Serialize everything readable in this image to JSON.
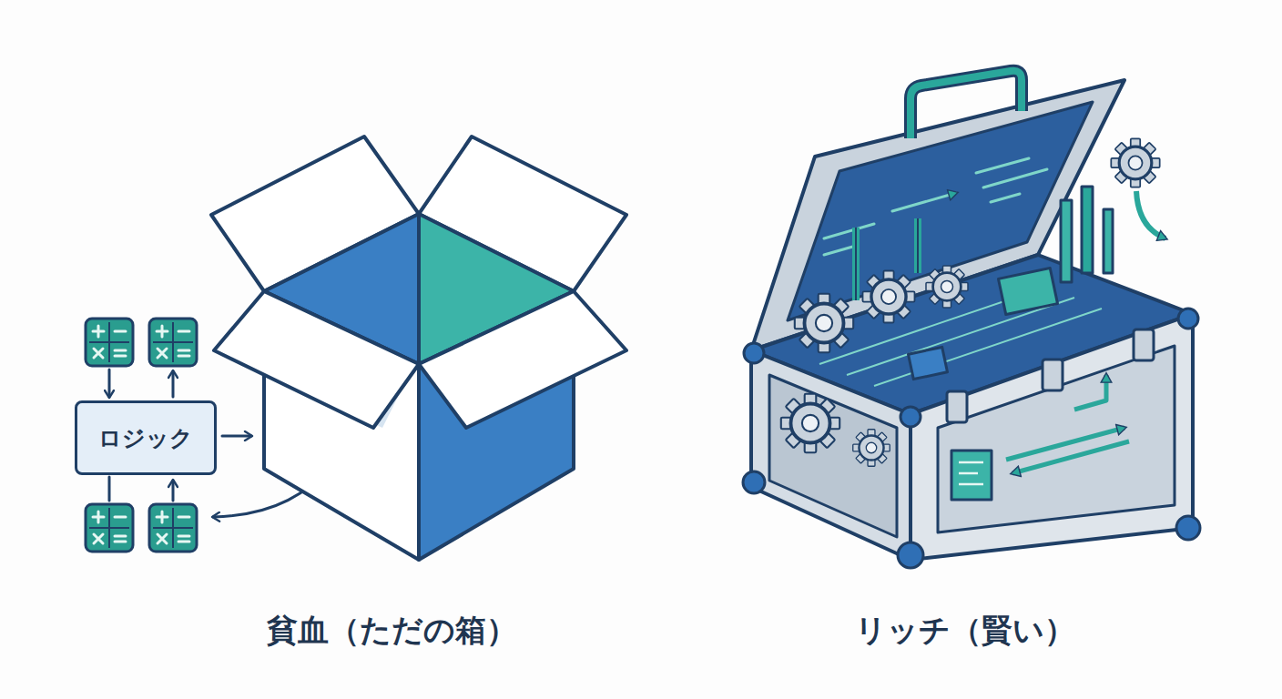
{
  "diagram": {
    "nodes": [
      {
        "text": [
          "ロジック"
        ]
      }
    ],
    "labels": [
      "貧血（ただの箱）",
      "リッチ（賢い）"
    ]
  }
}
